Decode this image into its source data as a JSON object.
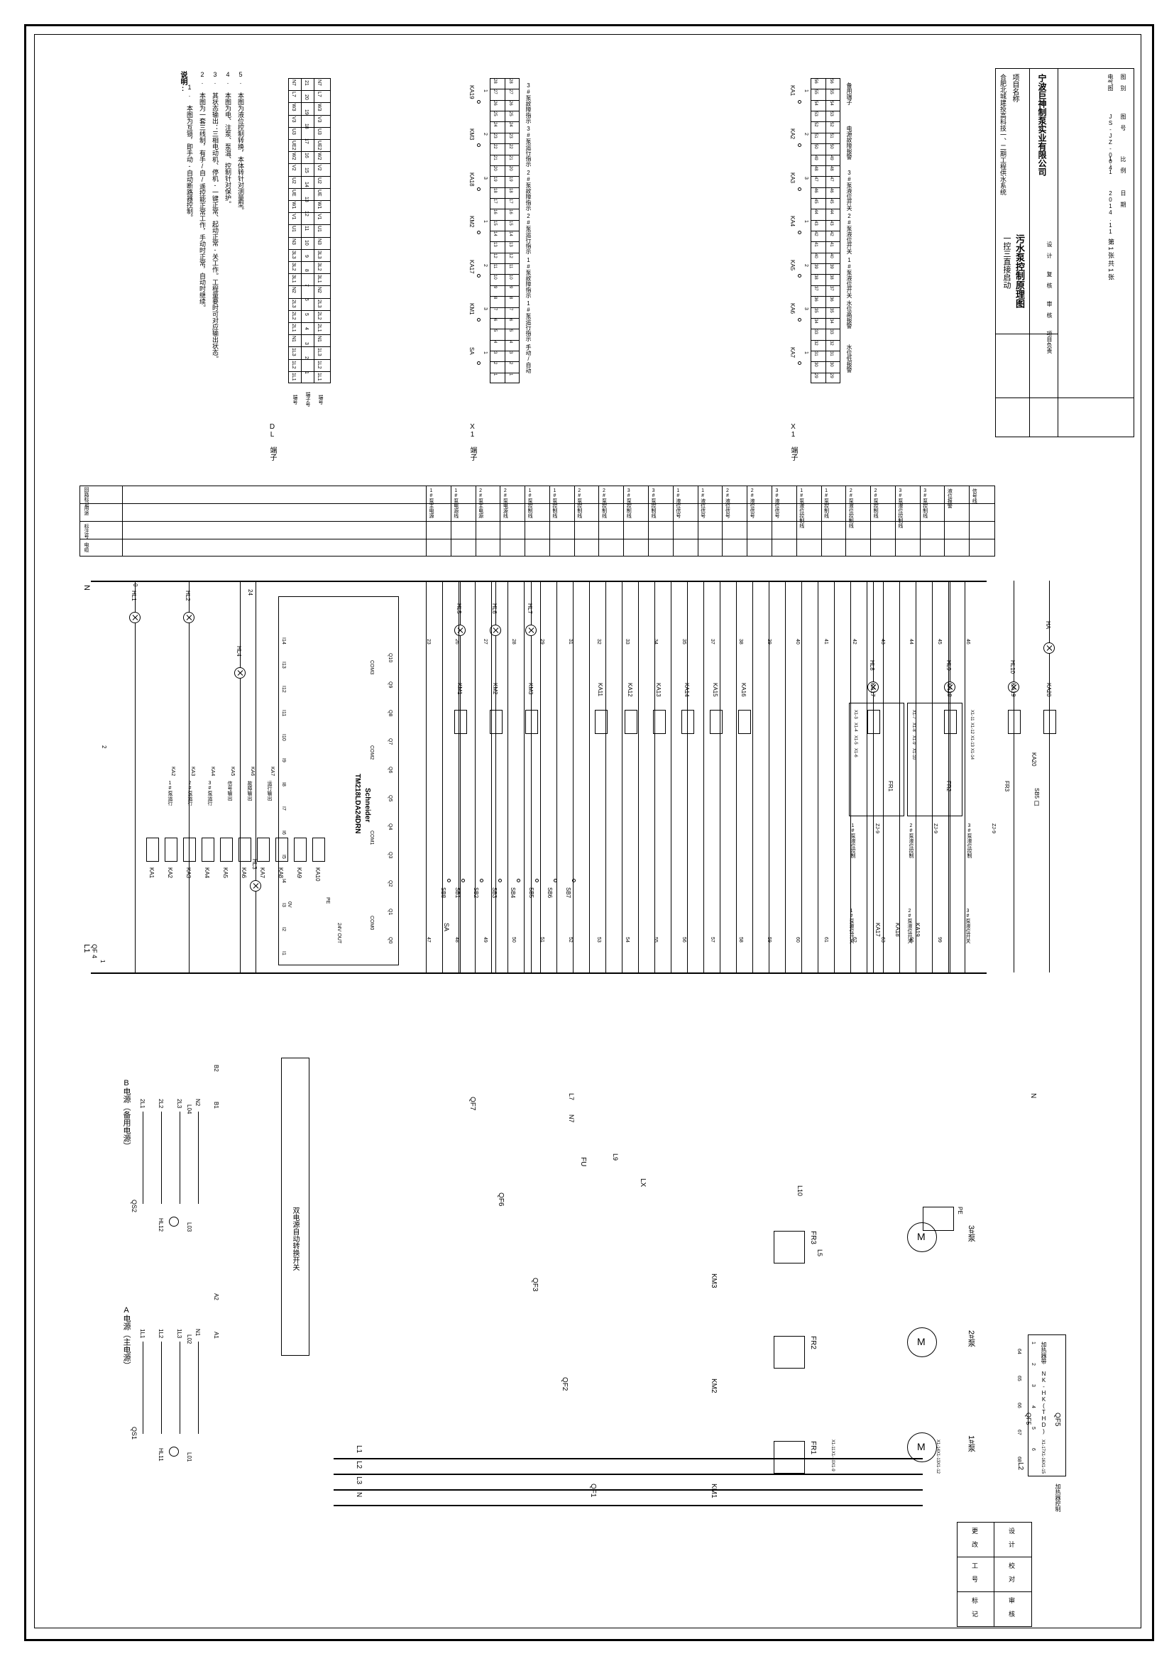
{
  "title_block": {
    "company": "宁波巨神制泵实业有限公司",
    "project_label": "项目名称",
    "project_name": "合肥北城建投高科技一、二期工程供水系统",
    "drawing_title_1": "污水泵控制原理图",
    "drawing_title_2": "一控三直接启动",
    "rows": [
      {
        "label": "设　计",
        "value": ""
      },
      {
        "label": "复　核",
        "value": ""
      },
      {
        "label": "审　核",
        "value": ""
      },
      {
        "label": "项目负责",
        "value": ""
      }
    ],
    "right_rows": [
      {
        "label": "图　别",
        "value": "电气图"
      },
      {
        "label": "图　号",
        "value": "JS-JZ-004"
      },
      {
        "label": "比　例",
        "value": "1:1"
      },
      {
        "label": "日　期",
        "value": "2014.11"
      }
    ],
    "page": "第 1 张  共 1 张"
  },
  "notes": {
    "heading": "说明:",
    "lines": [
      "1. 本图为互锁，即手动-自动断路器控制。",
      "2. 本图为一套三线制，有手/自/遥控能正常工作，手动时正常，自动时继续。",
      "3. 其状态输出：三相电动机、停机-一键正常、起动正常-关工作。工程量要时可对应输出状态。",
      "4. 本图为电、注泵、泵温、控制针对保护。",
      "5. 本图为液位控制转换，本体转针对测量型。"
    ]
  },
  "terminal_blocks": {
    "dl": {
      "name": "DL 端子",
      "row_label_1": "端号",
      "row_label_2": "端子号",
      "row1": [
        "1L1",
        "1L2",
        "1L3",
        "N1",
        "2L1",
        "2L2",
        "2L3",
        "N2",
        "3L1",
        "3L2",
        "3L3",
        "N3",
        "U1",
        "V1",
        "W1",
        "UE",
        "U2",
        "V2",
        "W2",
        "UE2",
        "U3",
        "V3",
        "W3",
        "L7",
        "N7"
      ],
      "row2": [
        "1",
        "2",
        "3",
        "4",
        "5",
        "6",
        "7",
        "8",
        "9",
        "10",
        "11",
        "12",
        "13",
        "14",
        "15",
        "16",
        "17",
        "18",
        "19",
        "20",
        "21"
      ],
      "row3": [
        "1L1",
        "1L2",
        "1L3",
        "N1",
        "2L1",
        "2L2",
        "2L3",
        "N2",
        "3L1",
        "3L2",
        "3L3",
        "N3",
        "U1",
        "V1",
        "W1",
        "UE",
        "U2",
        "V2",
        "W2",
        "UE2",
        "U3",
        "V3",
        "W3",
        "L7",
        "N7"
      ]
    },
    "x1_mid": {
      "name": "X1 端子",
      "relays": [
        "SA",
        "KM1",
        "KA17",
        "KM2",
        "KA18",
        "KM3",
        "KA19"
      ],
      "numbers": [
        "1",
        "2",
        "3",
        "4",
        "5",
        "6",
        "7",
        "8",
        "9",
        "10",
        "11",
        "12",
        "13",
        "14",
        "15",
        "16",
        "17",
        "18",
        "19",
        "20",
        "21",
        "22",
        "23",
        "24",
        "25",
        "26",
        "27",
        "28"
      ],
      "texts": [
        "手动/自动",
        "1#泵运行指示",
        "1#泵故障指示",
        "2#泵运行指示",
        "2#泵故障指示",
        "3#泵运行指示",
        "3#泵故障指示"
      ]
    },
    "x1_low": {
      "name": "X1 端子",
      "relays": [
        "KA7",
        "KA6",
        "KA5",
        "KA4",
        "KA3",
        "KA2",
        "KA1"
      ],
      "numbers": [
        "29",
        "30",
        "31",
        "32",
        "33",
        "34",
        "35",
        "36",
        "37",
        "38",
        "39",
        "40",
        "41",
        "42",
        "43",
        "44",
        "45",
        "46",
        "47",
        "48",
        "49",
        "50",
        "51",
        "52",
        "53",
        "54",
        "55",
        "56"
      ],
      "texts": [
        "水位低报警",
        "水位高报警",
        "1#泵液位开关",
        "2#泵液位开关",
        "3#泵液位开关",
        "电源故障报警",
        "备用端子"
      ]
    }
  },
  "wire_table": {
    "headers": [
      "回路标记",
      "用途",
      "标注号",
      "电缆"
    ],
    "rows": [
      "1#泵主电源",
      "1#泵电源线",
      "2#泵主电源",
      "2#泵电源线",
      "1#泵控制线",
      "1#泵控制线",
      "2#泵控制线",
      "2#泵控制线",
      "3#泵控制线",
      "3#泵控制线",
      "1#液位信号",
      "1#液位信号",
      "2#液位信号",
      "2#液位信号",
      "3#液位信号",
      "1#泵液位控制线",
      "1#泵控制线",
      "2#泵液位控制线",
      "2#泵控制线",
      "3#泵液位控制线",
      "3#泵控制线",
      "液位报警",
      "信号线"
    ]
  },
  "control_circuit": {
    "bus": {
      "L1": "L1",
      "N": "N",
      "QF4": "QF 4",
      "num0": "0",
      "num1": "1",
      "num2": "2",
      "num24": "24"
    },
    "lamps": [
      {
        "tag": "HL1",
        "label": "HL1"
      },
      {
        "tag": "HL2",
        "label": "HL2"
      },
      {
        "tag": "HL3",
        "label": "HL3"
      },
      {
        "tag": "HL4",
        "label": "HL4"
      },
      {
        "tag": "HL5",
        "label": "HL5"
      },
      {
        "tag": "HL6",
        "label": "HL6"
      },
      {
        "tag": "HL7",
        "label": "HL7"
      },
      {
        "tag": "HL8",
        "label": "HL8"
      },
      {
        "tag": "HL9",
        "label": "HL9"
      },
      {
        "tag": "HL10",
        "label": "HL10"
      },
      {
        "tag": "HA",
        "label": "HA"
      }
    ],
    "relays_top": [
      "KA1",
      "KA2",
      "KA3",
      "KA4",
      "KA5",
      "KA6",
      "KA7",
      "KA8",
      "KA9",
      "KA10"
    ],
    "relays_right": [
      "KM1",
      "KM2",
      "KM3",
      "KA11",
      "KA12",
      "KA13",
      "KA14",
      "KA15",
      "KA16",
      "KA17",
      "KA18",
      "KA19",
      "KA20"
    ],
    "plc": {
      "brand": "Schneider",
      "model": "TM218LDA24DRN",
      "io_in": [
        "I1",
        "I2",
        "I3",
        "I4",
        "I5",
        "I6",
        "I7",
        "I8",
        "I9",
        "I10",
        "I11",
        "I12",
        "I13",
        "I14"
      ],
      "io_out": [
        "Q0",
        "Q1",
        "Q2",
        "Q3",
        "Q4",
        "Q5",
        "Q6",
        "Q7",
        "Q8",
        "Q9",
        "Q10"
      ],
      "com": [
        "COM0",
        "COM1",
        "COM2",
        "COM3"
      ],
      "power": "24V OUT",
      "pe": "PE",
      "zero_v": "0V"
    },
    "buttons": [
      "SB1",
      "SB2",
      "SB3",
      "SB4",
      "SB5",
      "SB6",
      "SB7",
      "SB8"
    ],
    "switch": "SA",
    "numbers": [
      "23",
      "26",
      "27",
      "28",
      "29",
      "31",
      "32",
      "33",
      "34",
      "35",
      "37",
      "38",
      "39",
      "40",
      "41",
      "42",
      "43",
      "44",
      "45",
      "46",
      "47",
      "48",
      "49",
      "50",
      "51",
      "52",
      "53",
      "54",
      "55",
      "56",
      "57",
      "58",
      "59",
      "60",
      "61",
      "62",
      "63",
      "98",
      "99"
    ],
    "overloads": [
      "FR1",
      "FR2",
      "FR3"
    ],
    "stop_btn": "SB5 口",
    "ka20": "KA20",
    "pump_labels": [
      "1#泵液位控制",
      "2#泵液位控制",
      "3#泵液位控制"
    ],
    "xt_labels": [
      "X1-3",
      "X1-4",
      "X1-5",
      "X1-6",
      "X1-7",
      "X1-8",
      "X1-9",
      "X1-10",
      "X1-11",
      "X1-12",
      "X1-13",
      "X1-14"
    ],
    "float_labels": [
      "1#泵液位开关",
      "2#泵液位开关",
      "3#泵液位开关"
    ],
    "bus_labels": [
      "ZJ-9",
      "ZJ-9",
      "ZJ-9"
    ],
    "ka_bottom": [
      "KA17",
      "KA18",
      "KA19"
    ],
    "mid_relays": [
      "KA2",
      "KA3",
      "KA4",
      "KA5",
      "KA6",
      "KA7",
      "KA8",
      "KA9",
      "KA10",
      "KA17",
      "KA18",
      "KA19"
    ],
    "mid_texts": [
      "1#泵运行",
      "2#泵运行",
      "3#泵运行",
      "信号输出",
      "故障输出",
      "运行输出"
    ]
  },
  "power_circuit": {
    "sourceA": {
      "title": "A电源（主电源）",
      "phases": [
        "1L1",
        "1L2",
        "1L3",
        "N1"
      ],
      "switch": "QS1",
      "lamp": "HL11",
      "terms": [
        "A1",
        "A2"
      ],
      "t1": "L01",
      "t2": "L02"
    },
    "sourceB": {
      "title": "B电源（备用电源）",
      "phases": [
        "2L1",
        "2L2",
        "2L3",
        "N2"
      ],
      "switch": "QS2",
      "lamp": "HL12",
      "terms": [
        "B1",
        "B2"
      ],
      "t1": "L03",
      "t2": "L04"
    },
    "ats_label": "双电源自动转换开关",
    "bus": [
      "L1",
      "L2",
      "L3",
      "N"
    ],
    "breakers": [
      "QF1",
      "QF2",
      "QF3",
      "QF5",
      "QF6",
      "QF7"
    ],
    "contactors": [
      "KM1",
      "KM2",
      "KM3"
    ],
    "overloads": [
      "FR1",
      "FR2",
      "FR3"
    ],
    "motors": [
      "1#泵",
      "2#泵",
      "3#泵"
    ],
    "motor_symbol": "M",
    "aux": {
      "FU": "FU",
      "LX": "LX",
      "L5": "L5",
      "L7": "L7",
      "L9": "L9",
      "L10": "L10",
      "N7": "N7",
      "N": "N",
      "L2": "L2"
    },
    "socket_pe": "PE",
    "heater": {
      "label": "加热器带 NK-HK(THD)",
      "terms": [
        "1",
        "2",
        "3",
        "4",
        "5",
        "6"
      ],
      "nums": [
        "64",
        "65",
        "66",
        "67",
        "68"
      ]
    },
    "xt_pairs": [
      "X1-9",
      "X1-10",
      "X1-11",
      "X1-12",
      "X1-13",
      "X1-14",
      "X1-15",
      "X1-16",
      "X1-17"
    ],
    "qf5_label": "QF5",
    "heater_left_label": "加热器控制"
  },
  "bottom_revision": {
    "rows": [
      "更 改",
      "设 计",
      "工 号",
      "校 对",
      "标 记",
      "审 核"
    ]
  }
}
